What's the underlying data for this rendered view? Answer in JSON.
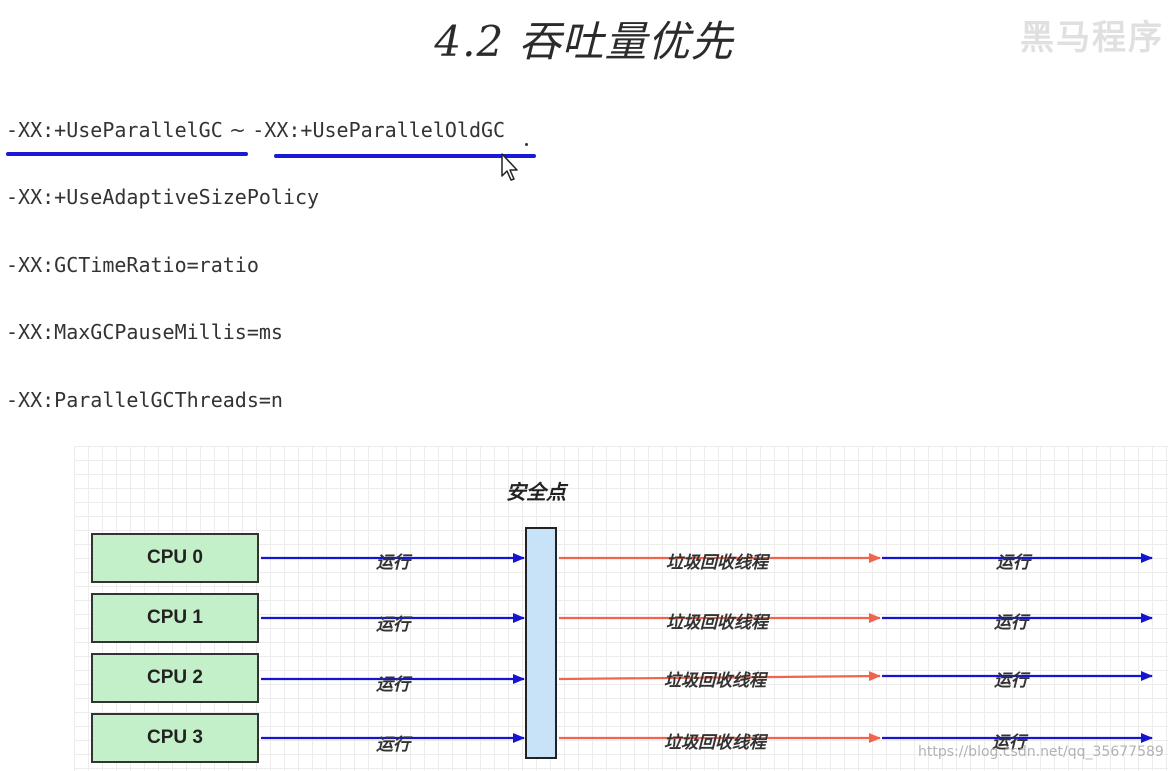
{
  "title": "4.2 吞吐量优先",
  "watermark": "黑马程序",
  "code_lines": {
    "line1_a": "-XX:+UseParallelGC",
    "line1_sep": " ~ ",
    "line1_b": "-XX:+UseParallelOldGC",
    "line2": "-XX:+UseAdaptiveSizePolicy",
    "line3": "-XX:GCTimeRatio=ratio",
    "line4": "-XX:MaxGCPauseMillis=ms",
    "line5": "-XX:ParallelGCThreads=n"
  },
  "diagram": {
    "safepoint_label": "安全点",
    "cpus": [
      {
        "label": "CPU 0",
        "run_label": "运行",
        "gc_label": "垃圾回收线程",
        "after_label": "运行"
      },
      {
        "label": "CPU 1",
        "run_label": "运行",
        "gc_label": "垃圾回收线程",
        "after_label": "运行"
      },
      {
        "label": "CPU 2",
        "run_label": "运行",
        "gc_label": "垃圾回收线程",
        "after_label": "运行"
      },
      {
        "label": "CPU 3",
        "run_label": "运行",
        "gc_label": "垃圾回收线程",
        "after_label": "运行"
      }
    ],
    "colors": {
      "run_arrow": "#1414d2",
      "gc_arrow": "#f2644e",
      "cpu_fill": "#c3f0c9",
      "safepoint_fill": "#c8e2f8",
      "underline": "#1a1ad6"
    },
    "source_watermark": "https://blog.csdn.net/qq_35677589"
  }
}
